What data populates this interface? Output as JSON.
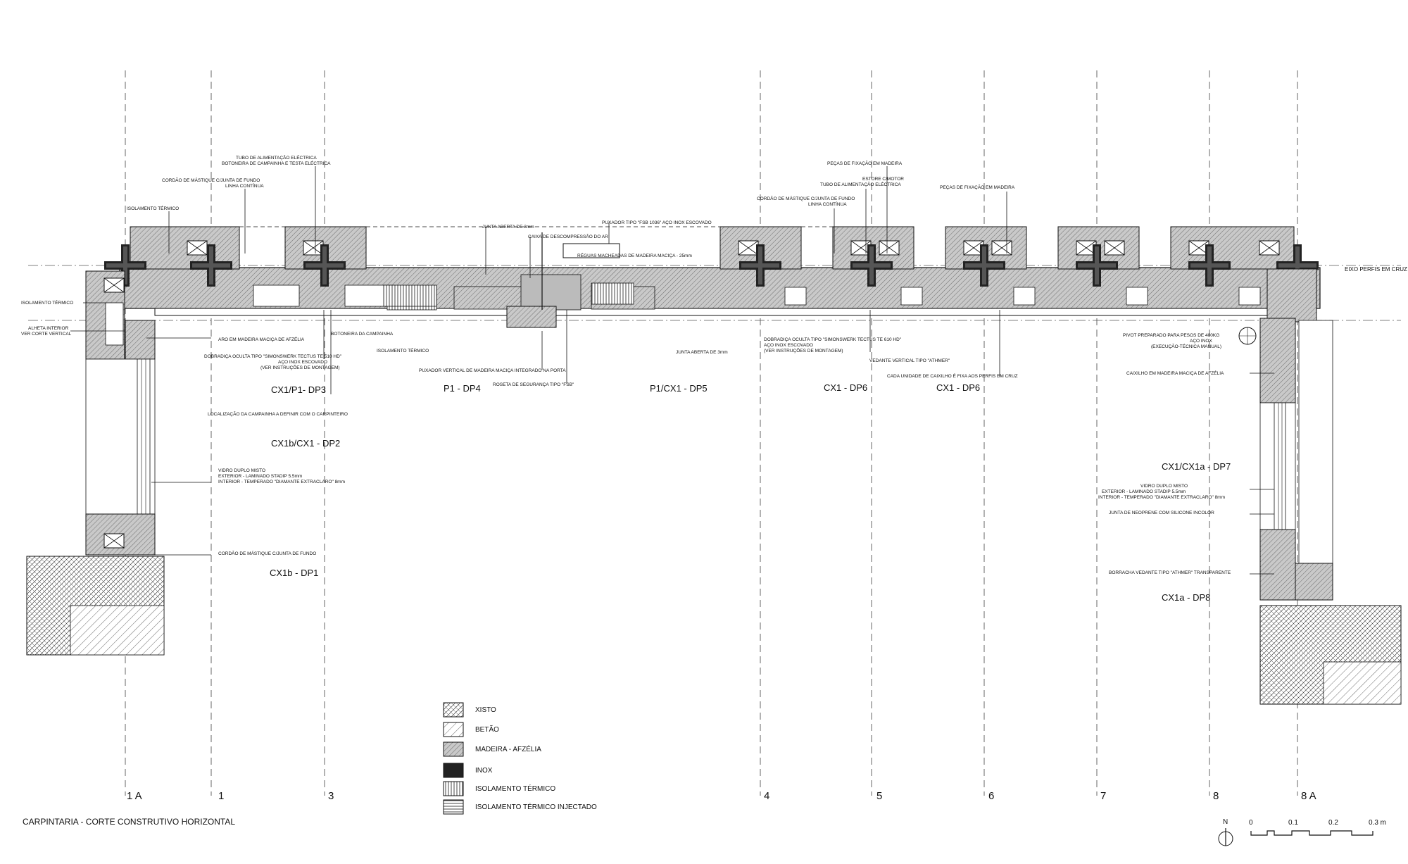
{
  "title": "CARPINTARIA - CORTE CONSTRUTIVO HORIZONTAL",
  "colors": {
    "line": "#111111",
    "inox": "#222222",
    "wood_fill": "#c9c9c9",
    "dash": "#666666"
  },
  "axes": [
    "1 A",
    "1",
    "3",
    "4",
    "5",
    "6",
    "7",
    "8",
    "8 A"
  ],
  "eixo_label": "EIXO PERFIS EM CRUZ",
  "sections": {
    "cx1b_dp1": "CX1b - DP1",
    "cx1b_cx1_dp2": "CX1b/CX1 - DP2",
    "cx1_p1_dp3": "CX1/P1- DP3",
    "p1_dp4": "P1 - DP4",
    "p1_cx1_dp5": "P1/CX1 - DP5",
    "cx1_dp6a": "CX1 - DP6",
    "cx1_dp6b": "CX1 - DP6",
    "cx1_cx1a_dp7": "CX1/CX1a - DP7",
    "cx1a_dp8": "CX1a - DP8"
  },
  "notes": {
    "isol_top": "ISOLAMENTO TÉRMICO",
    "isol_left": "ISOLAMENTO TÉRMICO",
    "alheta_1": "ALHETA INTERIOR",
    "alheta_2": "VER CORTE VERTICAL",
    "cordao_1": "CORDÃO DE MÁSTIQUE C/JUNTA DE FUNDO",
    "cordao_2": "LINHA CONTÍNUA",
    "tubo_1": "TUBO DE ALIMENTAÇÃO ELÉCTRICA",
    "tubo_2": "BOTONEIRA DE CAMPAINHA E TESTA ELÉCTRICA",
    "aro": "ARO EM MADEIRA MACIÇA DE AFZÉLIA",
    "dob_1": "DOBRADIÇA OCULTA TIPO \"SIMONSWERK TECTUS TE 510 HD\"",
    "dob_2": "AÇO INOX ESCOVADO",
    "dob_3": "(VER INSTRUÇÕES DE MONTAGEM)",
    "botoneira": "BOTONEIRA DA CAMPAINHA",
    "isol_mid": "ISOLAMENTO TÉRMICO",
    "localizacao": "LOCALIZAÇÃO DA CAMPAINHA A DEFINIR COM O CARPINTEIRO",
    "junta3": "JUNTA ABERTA DE 3mm",
    "caixa_ar": "CAIXA DE DESCOMPRESSÃO DO AR",
    "puxador_1": "PUXADOR TIPO \"FSB 1036\" AÇO INOX ESCOVADO",
    "reguas": "RÉGUAS MACHEADAS DE MADEIRA MACIÇA - 25mm",
    "puxador_v": "PUXADOR VERTICAL DE MADEIRA MACIÇA INTEGRADO NA PORTA",
    "roseta": "ROSETA DE SEGURANÇA TIPO \"FSB\"",
    "junta3b": "JUNTA ABERTA DE 3mm",
    "cordao_b1": "CORDÃO DE MÁSTIQUE C/JUNTA DE FUNDO",
    "cordao_b2": "LINHA CONTÍNUA",
    "dob_b1": "DOBRADIÇA OCULTA TIPO \"SIMONSWERK TECTUS TE 610 HD\"",
    "dob_b2": "AÇO INOX ESCOVADO",
    "dob_b3": "(VER INSTRUÇÕES DE MONTAGEM)",
    "pecas_1": "PEÇAS DE FIXAÇÃO EM MADEIRA",
    "estore_1": "ESTORE C/MOTOR",
    "estore_2": "TUBO DE ALIMENTAÇÃO ELÉCTRICA",
    "vedante": "VEDANTE VERTICAL TIPO \"ATHMER\"",
    "caixa_unidade": "CADA UNIDADE DE CAIXILHO É FIXA AOS PERFIS EM CRUZ",
    "pecas_2": "PEÇAS DE FIXAÇÃO EM MADEIRA",
    "pivot_1": "PIVOT PREPARADO PARA PESOS DE 400KG",
    "pivot_2": "AÇO INOX",
    "pivot_3": "(EXECUÇÃO-TÉCNICA MANUAL)",
    "caixilho": "CAIXILHO EM MADEIRA MACIÇA DE AFZÉLIA",
    "vidro_l1": "VIDRO DUPLO MISTO",
    "vidro_l2": "EXTERIOR - LAMINADO STADIP 5.5mm",
    "vidro_l3": "INTERIOR - TEMPERADO \"DIAMANTE EXTRACLARO\" 8mm",
    "cordao_low": "CORDÃO DE MÁSTIQUE C/JUNTA DE FUNDO",
    "vidro_r1": "VIDRO DUPLO MISTO",
    "vidro_r2": "EXTERIOR - LAMINADO STADIP 5.5mm",
    "vidro_r3": "INTERIOR - TEMPERADO \"DIAMANTE EXTRACLARO\" 8mm",
    "neoprene": "JUNTA DE NEOPRENE COM SILICONE INCOLOR",
    "borracha": "BORRACHA VEDANTE TIPO \"ATHMER\" TRANSPARENTE"
  },
  "legend": [
    "XISTO",
    "BETÃO",
    "MADEIRA - AFZÉLIA",
    "INOX",
    "ISOLAMENTO TÉRMICO",
    "ISOLAMENTO TÉRMICO INJECTADO"
  ],
  "north_label": "N",
  "scale_ticks": [
    "0",
    "0.1",
    "0.2",
    "0.3 m"
  ]
}
